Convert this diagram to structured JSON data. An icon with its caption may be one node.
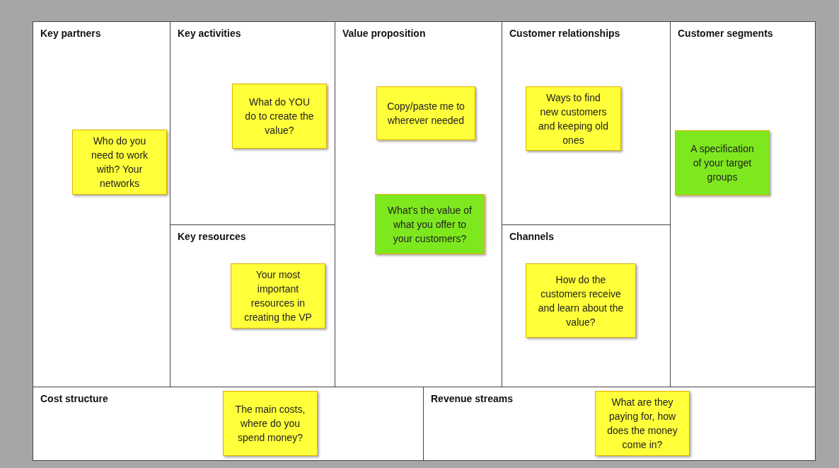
{
  "diagram": {
    "nodes": [
      {
        "text": [
          "Key partners"
        ]
      },
      {
        "text": [
          "Who do you need to work with? Your networks"
        ],
        "in": 0
      },
      {
        "text": [
          "Key activities"
        ]
      },
      {
        "text": [
          "What do YOU do to create the value?"
        ],
        "in": 2
      },
      {
        "text": [
          "Key resources"
        ]
      },
      {
        "text": [
          "Your most important resources in creating the VP"
        ],
        "in": 4
      },
      {
        "text": [
          "Value proposition"
        ]
      },
      {
        "text": [
          "Copy/paste me to wherever needed"
        ],
        "in": 6
      },
      {
        "text": [
          "What’s the value of what you offer to your customers?"
        ],
        "in": 6
      },
      {
        "text": [
          "Customer relationships"
        ]
      },
      {
        "text": [
          "Ways to find new customers and keeping old ones"
        ],
        "in": 9
      },
      {
        "text": [
          "Channels"
        ]
      },
      {
        "text": [
          "How do the customers receive and learn about the value?"
        ],
        "in": 11
      },
      {
        "text": [
          "Customer segments"
        ]
      },
      {
        "text": [
          "A specification of your target groups"
        ],
        "in": 13
      },
      {
        "text": [
          "Cost structure"
        ]
      },
      {
        "text": [
          "The main costs, where do you spend money?"
        ],
        "in": 15
      },
      {
        "text": [
          "Revenue streams"
        ]
      },
      {
        "text": [
          "What are they paying for, how does the money come in?"
        ],
        "in": 17
      }
    ]
  }
}
